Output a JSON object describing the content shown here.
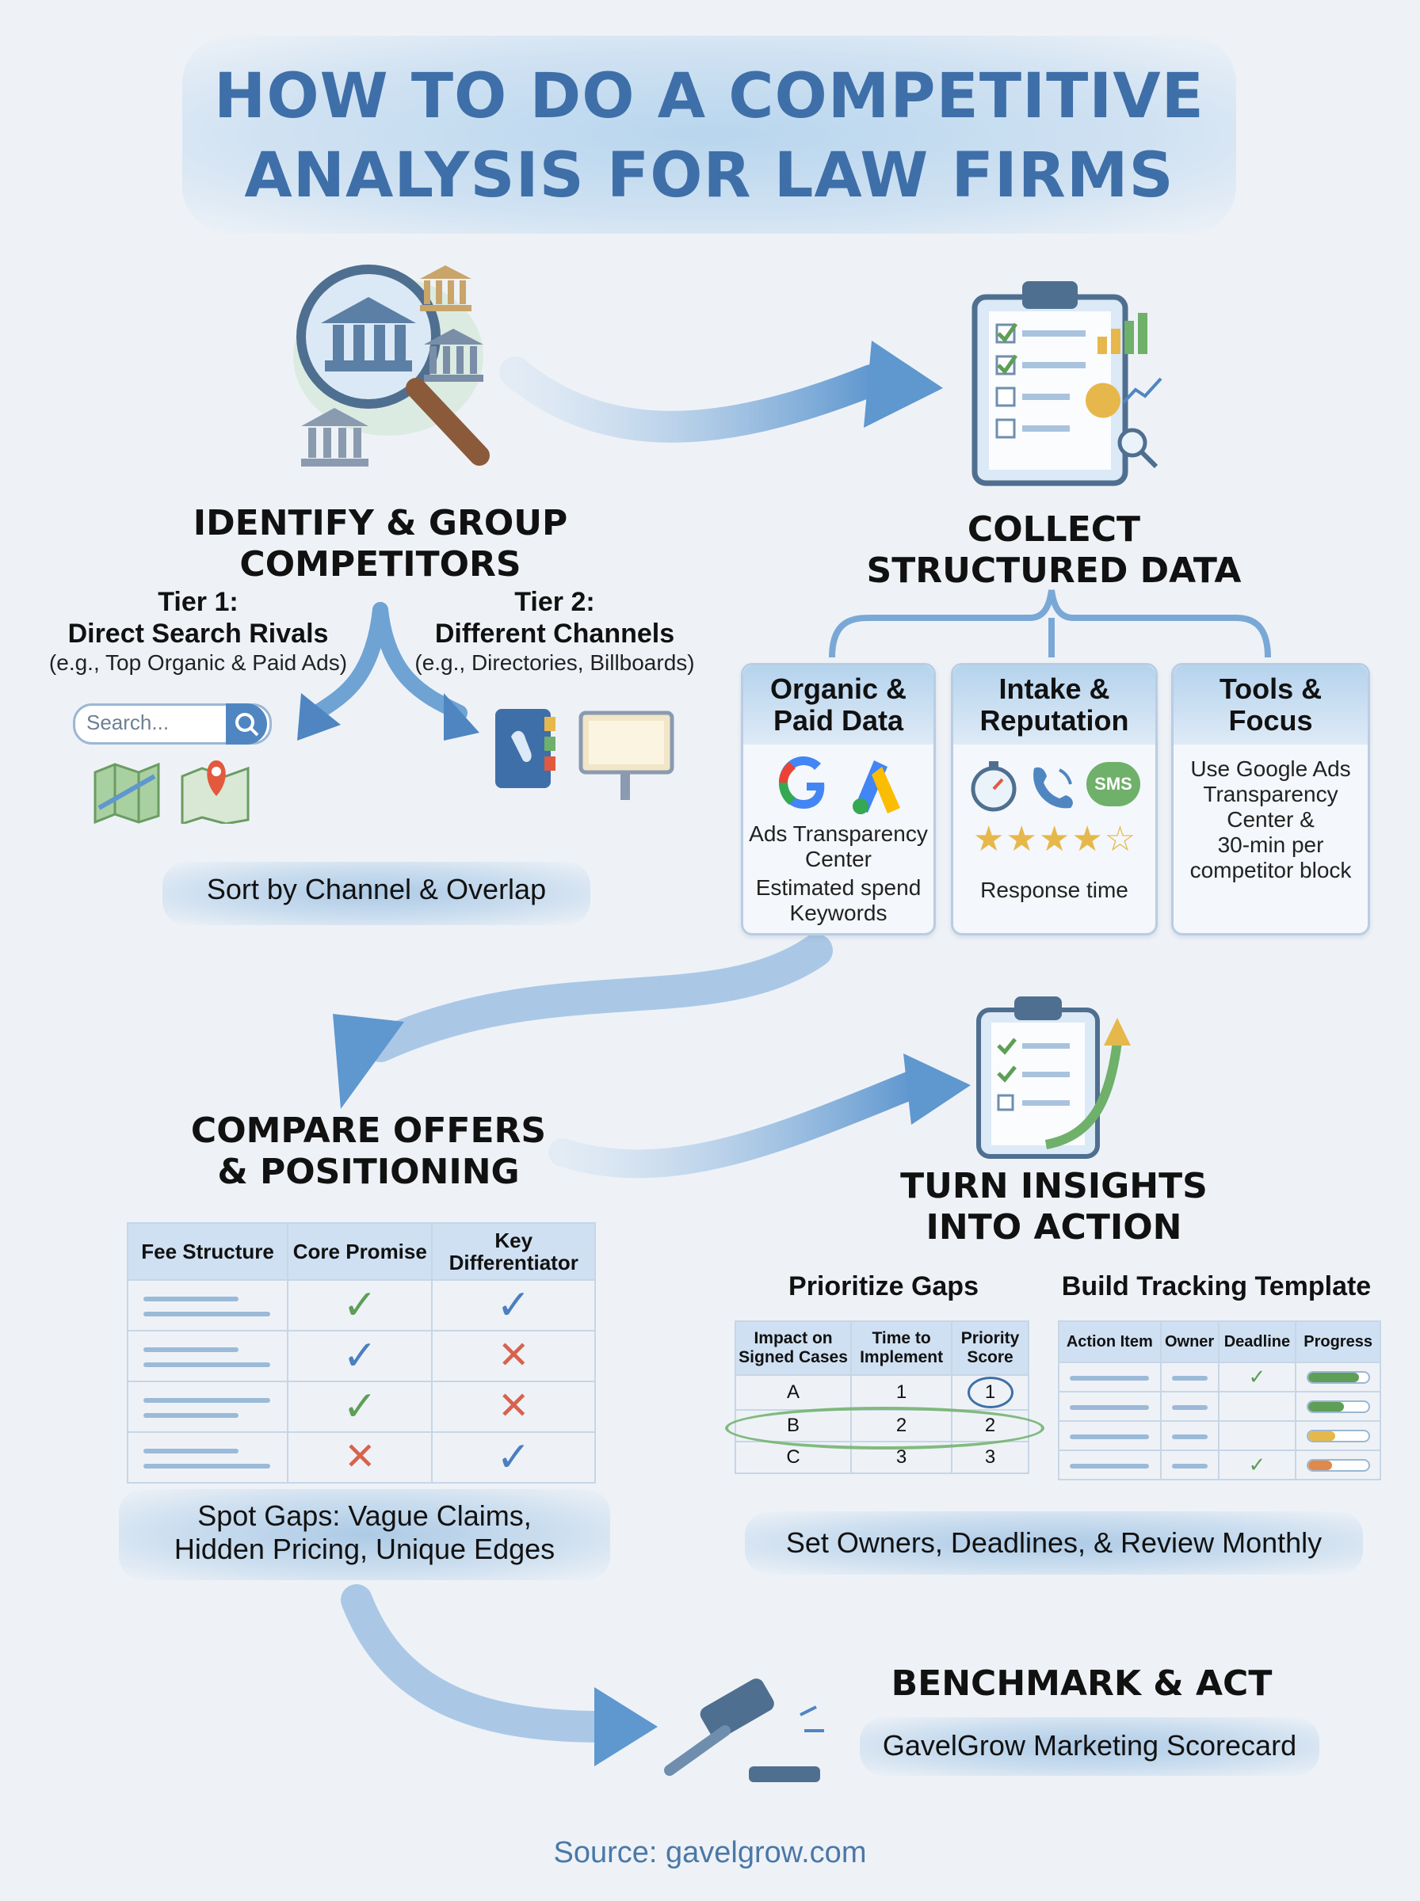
{
  "title": {
    "line1": "HOW TO DO A COMPETITIVE",
    "line2": "ANALYSIS FOR LAW FIRMS"
  },
  "identify": {
    "heading_line1": "IDENTIFY & GROUP",
    "heading_line2": "COMPETITORS",
    "tier1": {
      "title": "Tier 1:",
      "name": "Direct Search Rivals",
      "example": "(e.g., Top Organic & Paid Ads)"
    },
    "tier2": {
      "title": "Tier 2:",
      "name": "Different Channels",
      "example": "(e.g., Directories, Billboards)"
    },
    "search_placeholder": "Search...",
    "pill": "Sort by Channel & Overlap"
  },
  "collect": {
    "heading_line1": "COLLECT",
    "heading_line2": "STRUCTURED DATA",
    "cards": [
      {
        "title_line1": "Organic &",
        "title_line2": "Paid Data",
        "lines": [
          "Ads Transparency",
          "Center",
          "Estimated spend",
          "Keywords"
        ]
      },
      {
        "title_line1": "Intake &",
        "title_line2": "Reputation",
        "sms": "SMS",
        "lines": [
          "Response time"
        ]
      },
      {
        "title_line1": "Tools &",
        "title_line2": "Focus",
        "lines": [
          "Use Google Ads",
          "Transparency",
          "Center &",
          "30-min per",
          "competitor block"
        ]
      }
    ]
  },
  "compare": {
    "heading_line1": "COMPARE OFFERS",
    "heading_line2": "& POSITIONING",
    "headers": [
      "Fee Structure",
      "Core Promise",
      "Key Differentiator"
    ],
    "rows": [
      [
        "",
        "check-green",
        "check-blue"
      ],
      [
        "",
        "check-blue",
        "cross"
      ],
      [
        "",
        "check-green",
        "cross"
      ],
      [
        "",
        "cross",
        "check-blue"
      ]
    ],
    "pill_line1": "Spot Gaps: Vague Claims,",
    "pill_line2": "Hidden Pricing, Unique Edges"
  },
  "action": {
    "heading_line1": "TURN INSIGHTS",
    "heading_line2": "INTO ACTION",
    "prioritize": {
      "title": "Prioritize Gaps",
      "headers": [
        "Impact on Signed Cases",
        "Time to Implement",
        "Priority Score"
      ],
      "rows": [
        [
          "A",
          "1",
          "1"
        ],
        [
          "B",
          "2",
          "2"
        ],
        [
          "C",
          "3",
          "3"
        ]
      ]
    },
    "tracking": {
      "title": "Build Tracking Template",
      "headers": [
        "Action Item",
        "Owner",
        "Deadline",
        "Progress"
      ],
      "progress": [
        0.85,
        0.6,
        0.45,
        0.4
      ]
    },
    "pill": "Set Owners, Deadlines, & Review Monthly"
  },
  "benchmark": {
    "heading": "BENCHMARK & ACT",
    "pill": "GavelGrow Marketing Scorecard"
  },
  "source": "Source: gavelgrow.com",
  "colors": {
    "title": "#3e6fa8",
    "accent": "#6fa3d4",
    "check_green": "#5e9e57",
    "check_blue": "#4b7fbf",
    "cross": "#d8624d"
  }
}
